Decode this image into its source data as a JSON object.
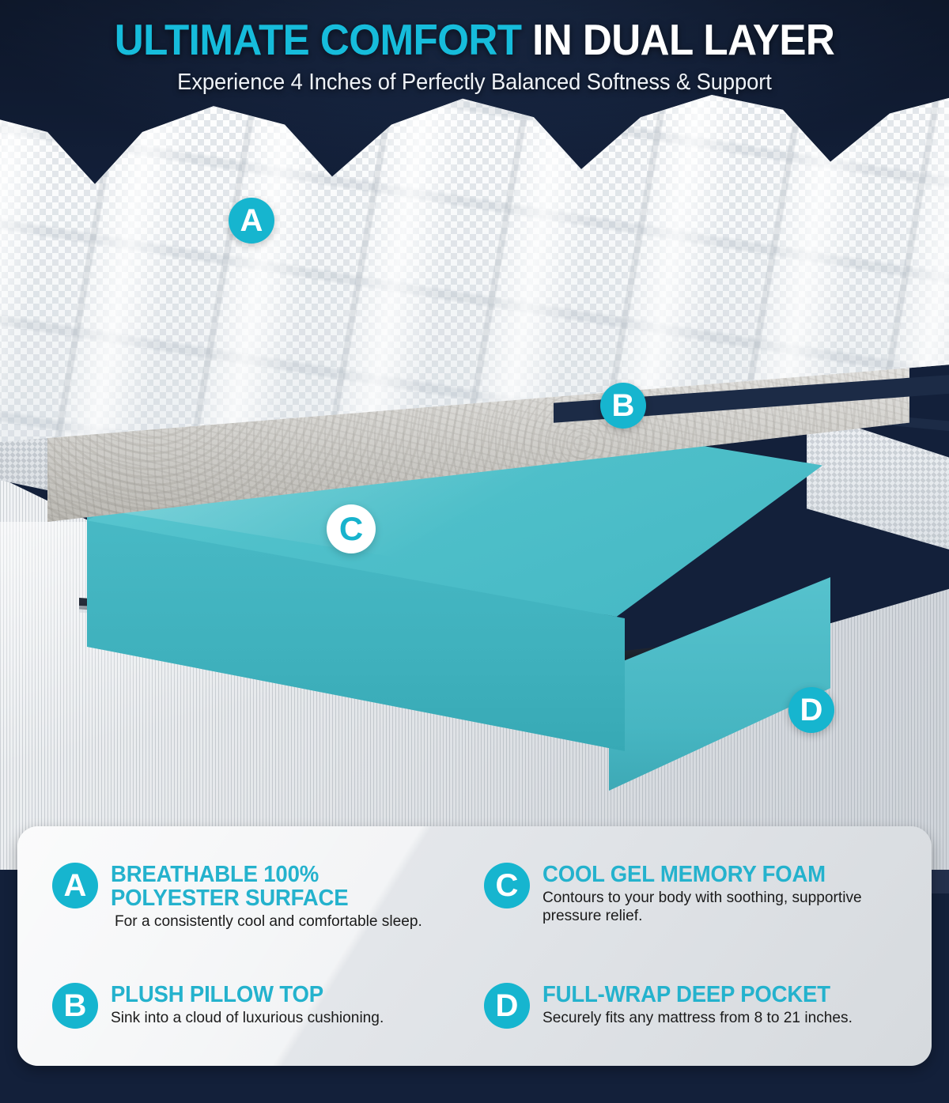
{
  "header": {
    "title_accent": "ULTIMATE COMFORT",
    "title_plain": " IN DUAL LAYER",
    "subtitle": "Experience 4 Inches of Perfectly Balanced Softness & Support"
  },
  "colors": {
    "accent_cyan": "#16bcdb",
    "feature_title_cyan": "#24b2cd",
    "badge_cyan": "#16b5cf",
    "background_navy": "#24304c",
    "gel_foam_teal": "#4fc0ca",
    "panel_gray": "#e2e5e9"
  },
  "image_markers": [
    {
      "letter": "A",
      "style": "solid",
      "target": "quilted-polyester-surface"
    },
    {
      "letter": "B",
      "style": "solid",
      "target": "plush-fiber-fill-layer"
    },
    {
      "letter": "C",
      "style": "inverse",
      "target": "gel-memory-foam-block"
    },
    {
      "letter": "D",
      "style": "solid",
      "target": "deep-pocket-skirt"
    }
  ],
  "features": [
    {
      "letter": "A",
      "title": "BREATHABLE 100%\nPOLYESTER SURFACE",
      "desc": "For a consistently cool and comfortable sleep."
    },
    {
      "letter": "C",
      "title": "COOL GEL MEMORY FOAM",
      "desc": "Contours to your body with soothing, supportive\npressure relief."
    },
    {
      "letter": "B",
      "title": "PLUSH PILLOW TOP",
      "desc": "Sink into a cloud of luxurious cushioning."
    },
    {
      "letter": "D",
      "title": "FULL-WRAP DEEP POCKET",
      "desc": "Securely fits any mattress from 8 to 21 inches."
    }
  ]
}
